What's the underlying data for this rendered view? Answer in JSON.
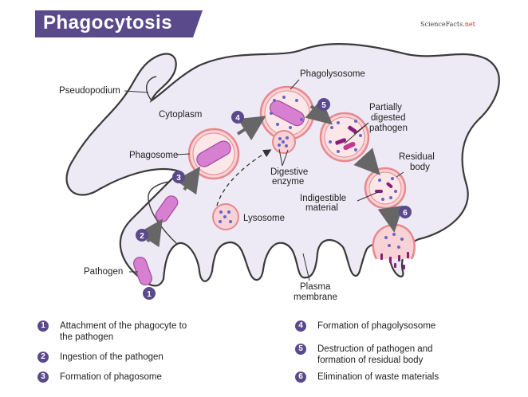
{
  "title": "Phagocytosis",
  "brand": {
    "name": "ScienceFacts",
    "suffix": ".net"
  },
  "labels": {
    "pseudopodium": "Pseudopodium",
    "cytoplasm": "Cytoplasm",
    "phagosome": "Phagosome",
    "phagolysosome": "Phagolysosome",
    "partially_digested": [
      "Partially",
      "digested",
      "pathogen"
    ],
    "residual_body": [
      "Residual",
      "body"
    ],
    "digestive_enzyme": [
      "Digestive",
      "enzyme"
    ],
    "indigestible": [
      "Indigestible",
      "material"
    ],
    "lysosome": "Lysosome",
    "pathogen": "Pathogen",
    "plasma_membrane": [
      "Plasma",
      "membrane"
    ]
  },
  "steps": [
    {
      "num": "1",
      "text": [
        "Attachment of the phagocyte to",
        "the pathogen"
      ]
    },
    {
      "num": "2",
      "text": [
        "Ingestion of the pathogen"
      ]
    },
    {
      "num": "3",
      "text": [
        "Formation of phagosome"
      ]
    },
    {
      "num": "4",
      "text": [
        "Formation of phagolysosome"
      ]
    },
    {
      "num": "5",
      "text": [
        "Destruction of pathogen and",
        "formation of residual body"
      ]
    },
    {
      "num": "6",
      "text": [
        "Elimination of waste materials"
      ]
    }
  ],
  "colors": {
    "cell_fill": "#eeeaf5",
    "cell_outline": "#3a3a3a",
    "vesicle_fill": "#f7d3d6",
    "vesicle_ring": "#e8888f",
    "pathogen": "#d77fd1",
    "enzyme_dot": "#6a63c9",
    "debris": "#8a1d7a",
    "badge": "#5b4a8b",
    "arrow": "#666666"
  }
}
